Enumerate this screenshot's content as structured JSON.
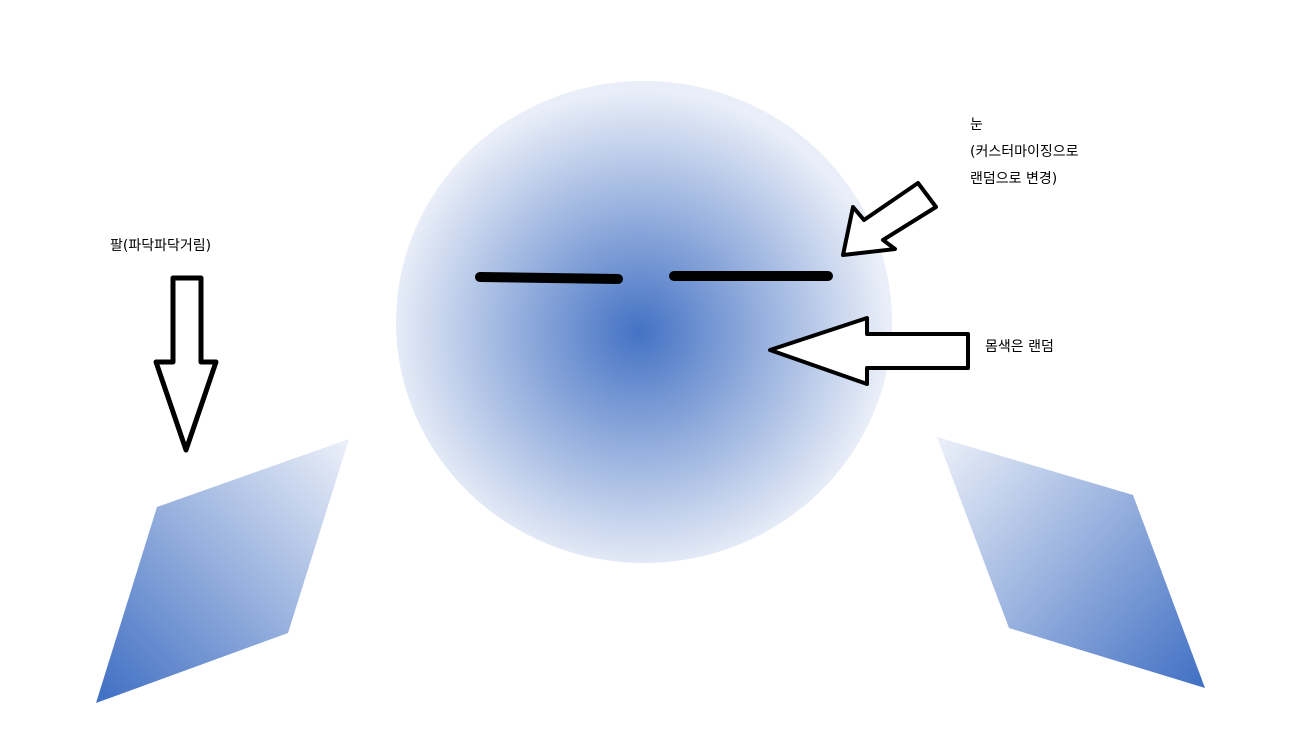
{
  "labels": {
    "eye_line1": "눈",
    "eye_line2": "(커스터마이징으로",
    "eye_line3": "랜덤으로 변경)",
    "body": "몸색은 랜덤",
    "arm": "팔(파닥파닥거림)"
  },
  "colors": {
    "body_center": "#4472c4",
    "body_edge": "#e9eef8",
    "arm_dark": "#4472c4",
    "arm_light": "#e9eef8",
    "stroke": "#000000",
    "background": "#ffffff"
  }
}
